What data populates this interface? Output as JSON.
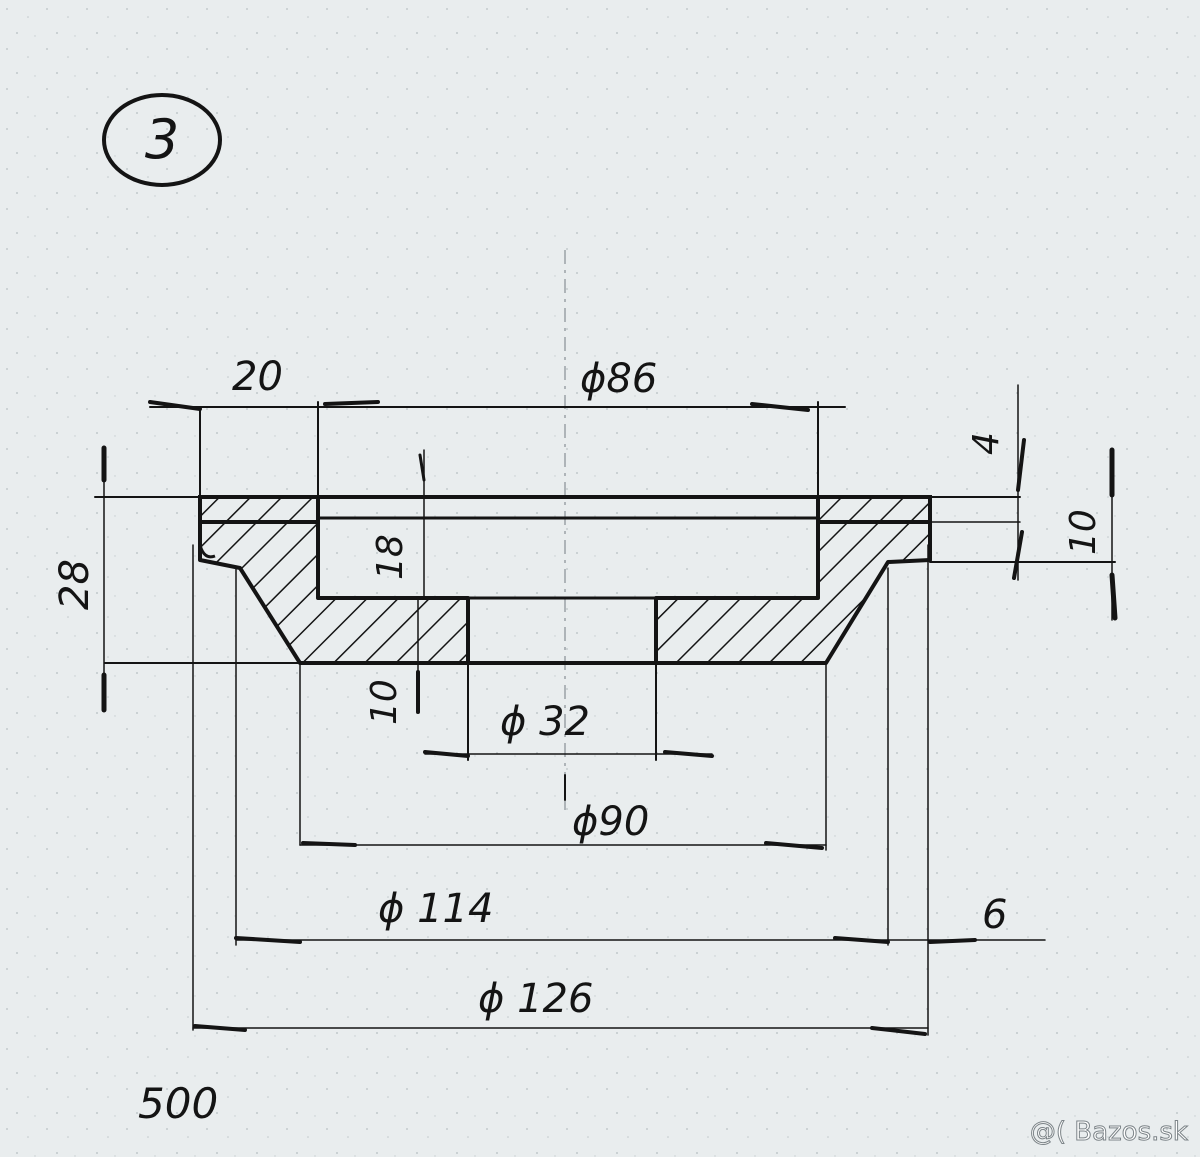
{
  "drawing": {
    "sheet_number": "3",
    "labels": {
      "d20": "20",
      "phi86": "ϕ86",
      "d4": "4",
      "d10_right": "10",
      "d28": "28",
      "d18": "18",
      "d10_bottom": "10",
      "phi32": "ϕ 32",
      "phi90": "ϕ90",
      "phi114": "ϕ 114",
      "d6": "6",
      "phi126": "ϕ 126"
    },
    "note": "500",
    "watermark": "@( Bazos.sk"
  },
  "colors": {
    "paper": "#e9edee",
    "ink": "#141414",
    "construction": "#9aa2a6"
  }
}
